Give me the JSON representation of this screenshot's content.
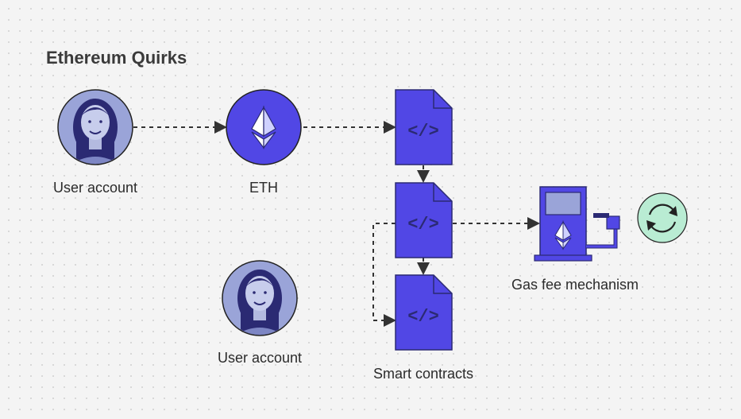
{
  "diagram": {
    "title": "Ethereum Quirks",
    "labels": {
      "user_account_top": "User account",
      "eth": "ETH",
      "user_account_bottom": "User account",
      "gas_fee": "Gas fee mechanism",
      "smart_contracts": "Smart contracts"
    },
    "code_glyph": "</>",
    "colors": {
      "accent": "#5147e5",
      "accent_dark": "#2b2a73",
      "avatar_bg": "#9aa4d8",
      "refresh_bg": "#b9ecd3",
      "arrow": "#333333"
    }
  }
}
